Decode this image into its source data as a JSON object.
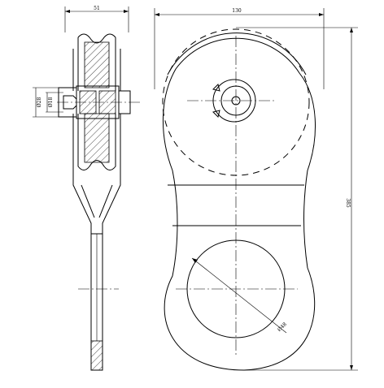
{
  "dimensions": {
    "side_width": "51",
    "front_width": "130",
    "height": "385",
    "bore_outer": "Ø28",
    "bore_inner": "Ø18",
    "lower_circle": "Ø48"
  },
  "colors": {
    "line": "#000000",
    "background": "#ffffff"
  }
}
